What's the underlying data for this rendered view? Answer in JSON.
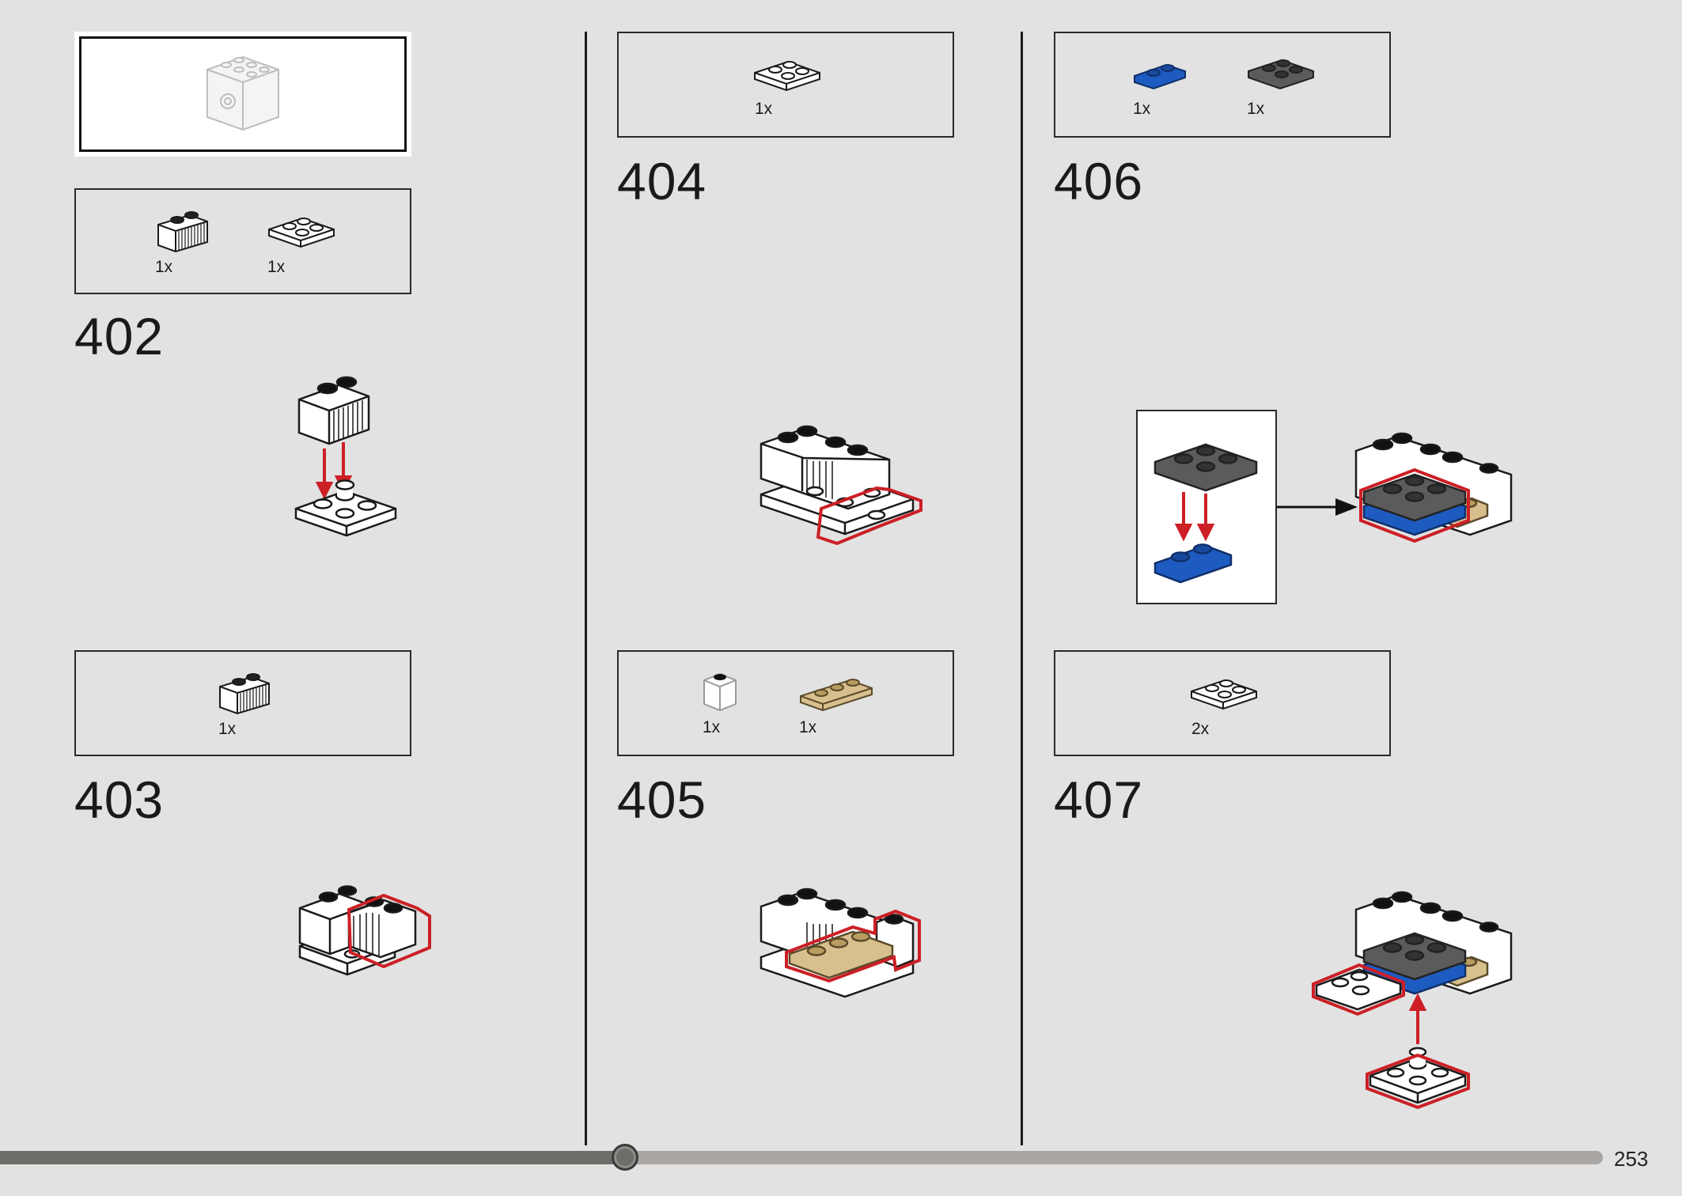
{
  "steps": [
    {
      "number": "402"
    },
    {
      "number": "403"
    },
    {
      "number": "404"
    },
    {
      "number": "405"
    },
    {
      "number": "406"
    },
    {
      "number": "407"
    }
  ],
  "parts": {
    "step402": [
      {
        "qty": "1x",
        "name": "grille-brick-1x2-white"
      },
      {
        "qty": "1x",
        "name": "plate-2x2-white"
      }
    ],
    "step403": [
      {
        "qty": "1x",
        "name": "grille-brick-1x2-white"
      }
    ],
    "step404": [
      {
        "qty": "1x",
        "name": "plate-2x2-white"
      }
    ],
    "step405": [
      {
        "qty": "1x",
        "name": "brick-1x1-white"
      },
      {
        "qty": "1x",
        "name": "plate-1x3-tan"
      }
    ],
    "step406": [
      {
        "qty": "1x",
        "name": "plate-1x2-blue"
      },
      {
        "qty": "1x",
        "name": "plate-2x2-dark-gray"
      }
    ],
    "step407": [
      {
        "qty": "2x",
        "name": "plate-2x2-white"
      }
    ]
  },
  "colors": {
    "background": "#e2e2e2",
    "highlight": "#cc1f26",
    "blue": "#1e5bc0",
    "dark_gray": "#5b5b5b",
    "tan": "#d8c08e",
    "white": "#ffffff"
  },
  "progress": {
    "fraction": 0.39
  },
  "page": {
    "number": "253"
  }
}
